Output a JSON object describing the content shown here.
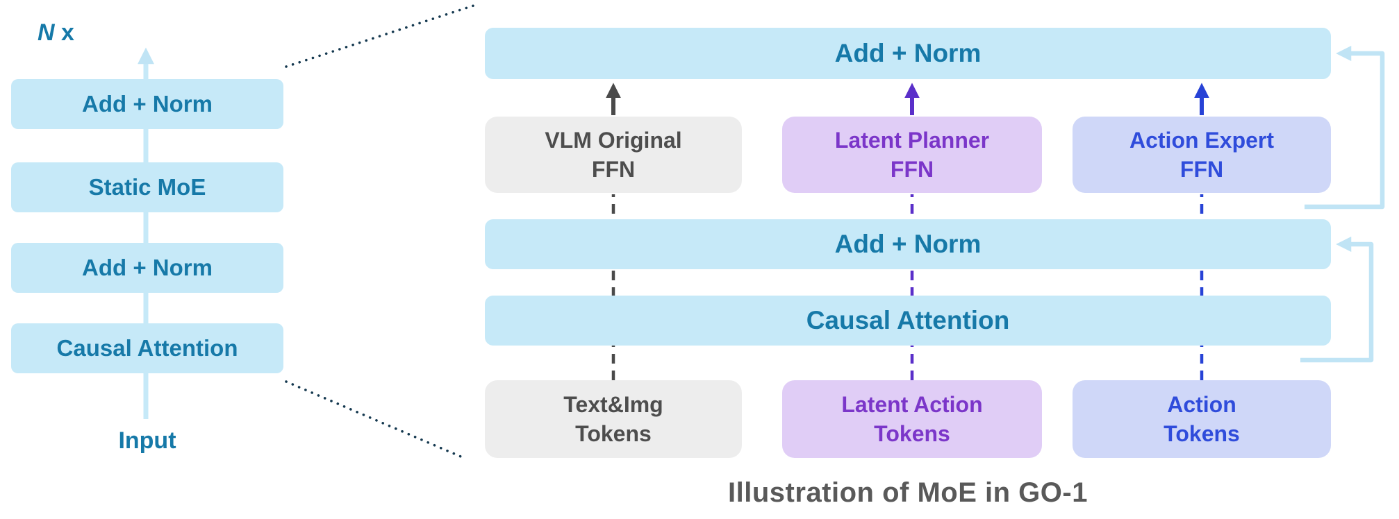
{
  "left_panel": {
    "repeat_n": "N",
    "repeat_x": " x",
    "blocks": [
      "Add + Norm",
      "Static MoE",
      "Add + Norm",
      "Causal Attention"
    ],
    "input_label": "Input"
  },
  "right_panel": {
    "top_bar": "Add + Norm",
    "ffn_boxes": [
      {
        "id": "vlm-original-ffn",
        "label": "VLM Original\nFFN"
      },
      {
        "id": "latent-planner-ffn",
        "label": "Latent Planner\nFFN"
      },
      {
        "id": "action-expert-ffn",
        "label": "Action Expert\nFFN"
      }
    ],
    "mid_bar": "Add + Norm",
    "attention_bar": "Causal Attention",
    "token_boxes": [
      {
        "id": "text-img-tokens",
        "label": "Text&Img\nTokens"
      },
      {
        "id": "latent-action-tokens",
        "label": "Latent Action\nTokens"
      },
      {
        "id": "action-tokens",
        "label": "Action\nTokens"
      }
    ]
  },
  "caption": "Illustration of MoE in GO-1",
  "colors": {
    "block_fill": "#C6E9F8",
    "block_text": "#1679A8",
    "vlm_fill": "#EDEDED",
    "vlm_text": "#4D4D4D",
    "planner_fill": "#E0CDF6",
    "planner_text": "#7B36C9",
    "action_fill": "#CFD7F8",
    "action_text": "#2F4CDB",
    "vlm_arrow": "#4A4A4A",
    "planner_arrow": "#5A2FC9",
    "action_arrow": "#2742D6",
    "residual_line": "#C0E4F5",
    "dotted_line": "#14384F",
    "caption_text": "#595959"
  }
}
